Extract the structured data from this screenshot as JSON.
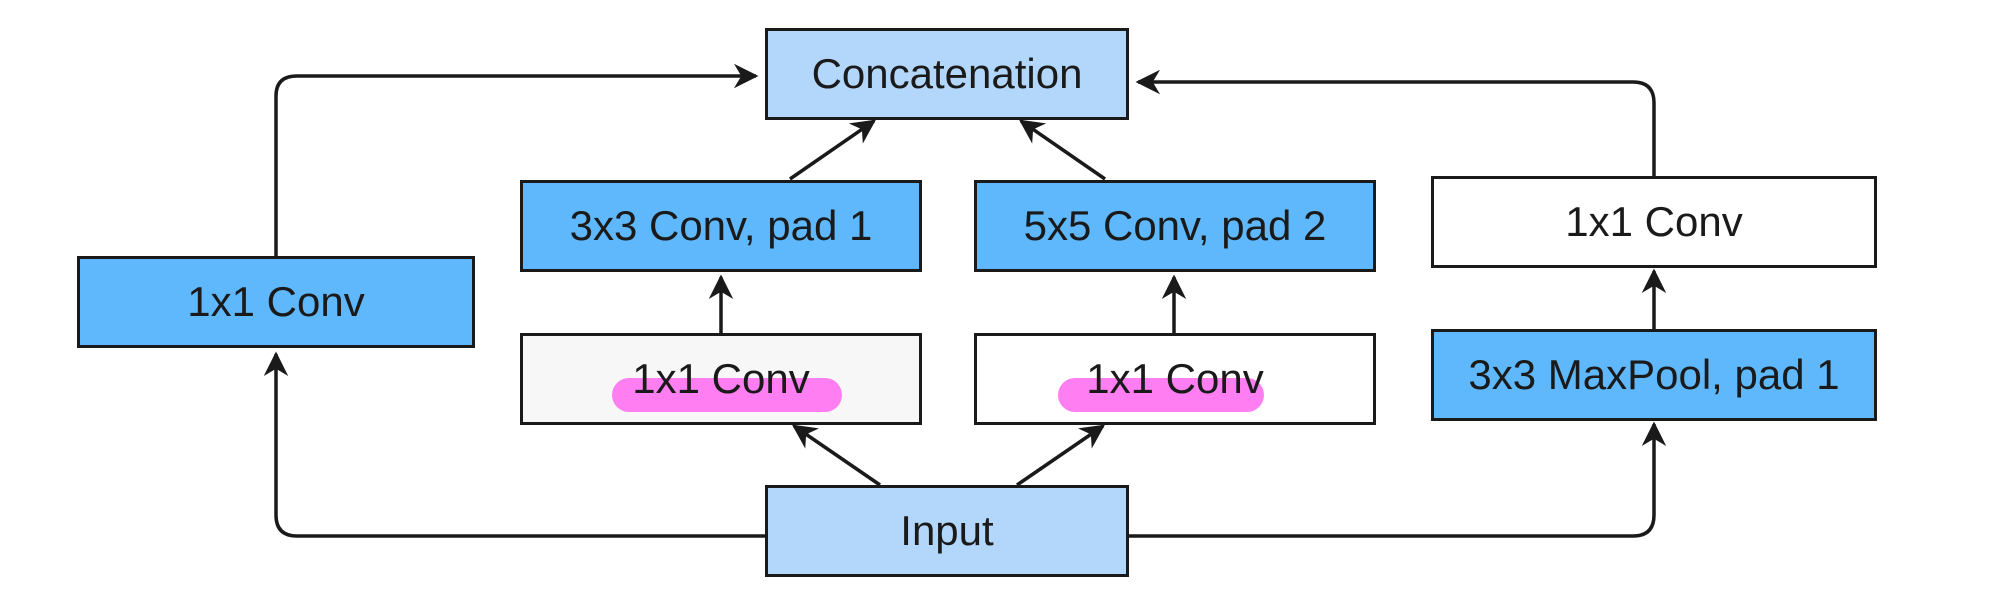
{
  "colors": {
    "light_blue": "#b3d7fb",
    "blue": "#5fb8fb",
    "white": "#ffffff",
    "off_white": "#f7f7f7",
    "highlight": "#ff7ef1",
    "stroke": "#1a1a1a"
  },
  "nodes": {
    "concat": {
      "label": "Concatenation",
      "fill": "light_blue"
    },
    "input": {
      "label": "Input",
      "fill": "light_blue"
    },
    "left_conv": {
      "label": "1x1 Conv",
      "fill": "blue"
    },
    "conv3x3": {
      "label": "3x3 Conv, pad 1",
      "fill": "blue"
    },
    "conv5x5": {
      "label": "5x5 Conv, pad 2",
      "fill": "blue"
    },
    "reduce_a": {
      "label": "1x1 Conv",
      "fill": "off_white",
      "highlighted": true
    },
    "reduce_b": {
      "label": "1x1 Conv",
      "fill": "white",
      "highlighted": true
    },
    "pool_proj": {
      "label": "1x1 Conv",
      "fill": "white"
    },
    "maxpool": {
      "label": "3x3 MaxPool, pad 1",
      "fill": "blue"
    }
  },
  "edges": [
    {
      "from": "input",
      "to": "left_conv"
    },
    {
      "from": "left_conv",
      "to": "concat"
    },
    {
      "from": "input",
      "to": "reduce_a"
    },
    {
      "from": "reduce_a",
      "to": "conv3x3"
    },
    {
      "from": "conv3x3",
      "to": "concat"
    },
    {
      "from": "input",
      "to": "reduce_b"
    },
    {
      "from": "reduce_b",
      "to": "conv5x5"
    },
    {
      "from": "conv5x5",
      "to": "concat"
    },
    {
      "from": "input",
      "to": "maxpool"
    },
    {
      "from": "maxpool",
      "to": "pool_proj"
    },
    {
      "from": "pool_proj",
      "to": "concat"
    }
  ]
}
